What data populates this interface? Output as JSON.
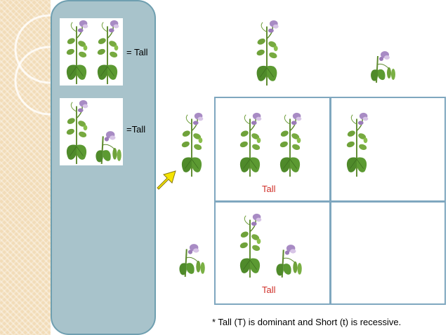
{
  "legend": {
    "tall_tall_label": "= Tall",
    "tall_short_label": "=Tall"
  },
  "punnett": {
    "cell_1_label": "Tall",
    "cell_3_label": "Tall"
  },
  "footnote": "* Tall (T) is dominant and Short (t) is recessive.",
  "colors": {
    "accent_panel": "#a8c3cb",
    "grid_border": "#7fa7bf",
    "label_red": "#d0302a",
    "arrow_yellow": "#f5e400"
  },
  "icons": [
    "tall-pea-plant-icon",
    "short-pea-plant-icon",
    "yellow-arrow-icon"
  ]
}
